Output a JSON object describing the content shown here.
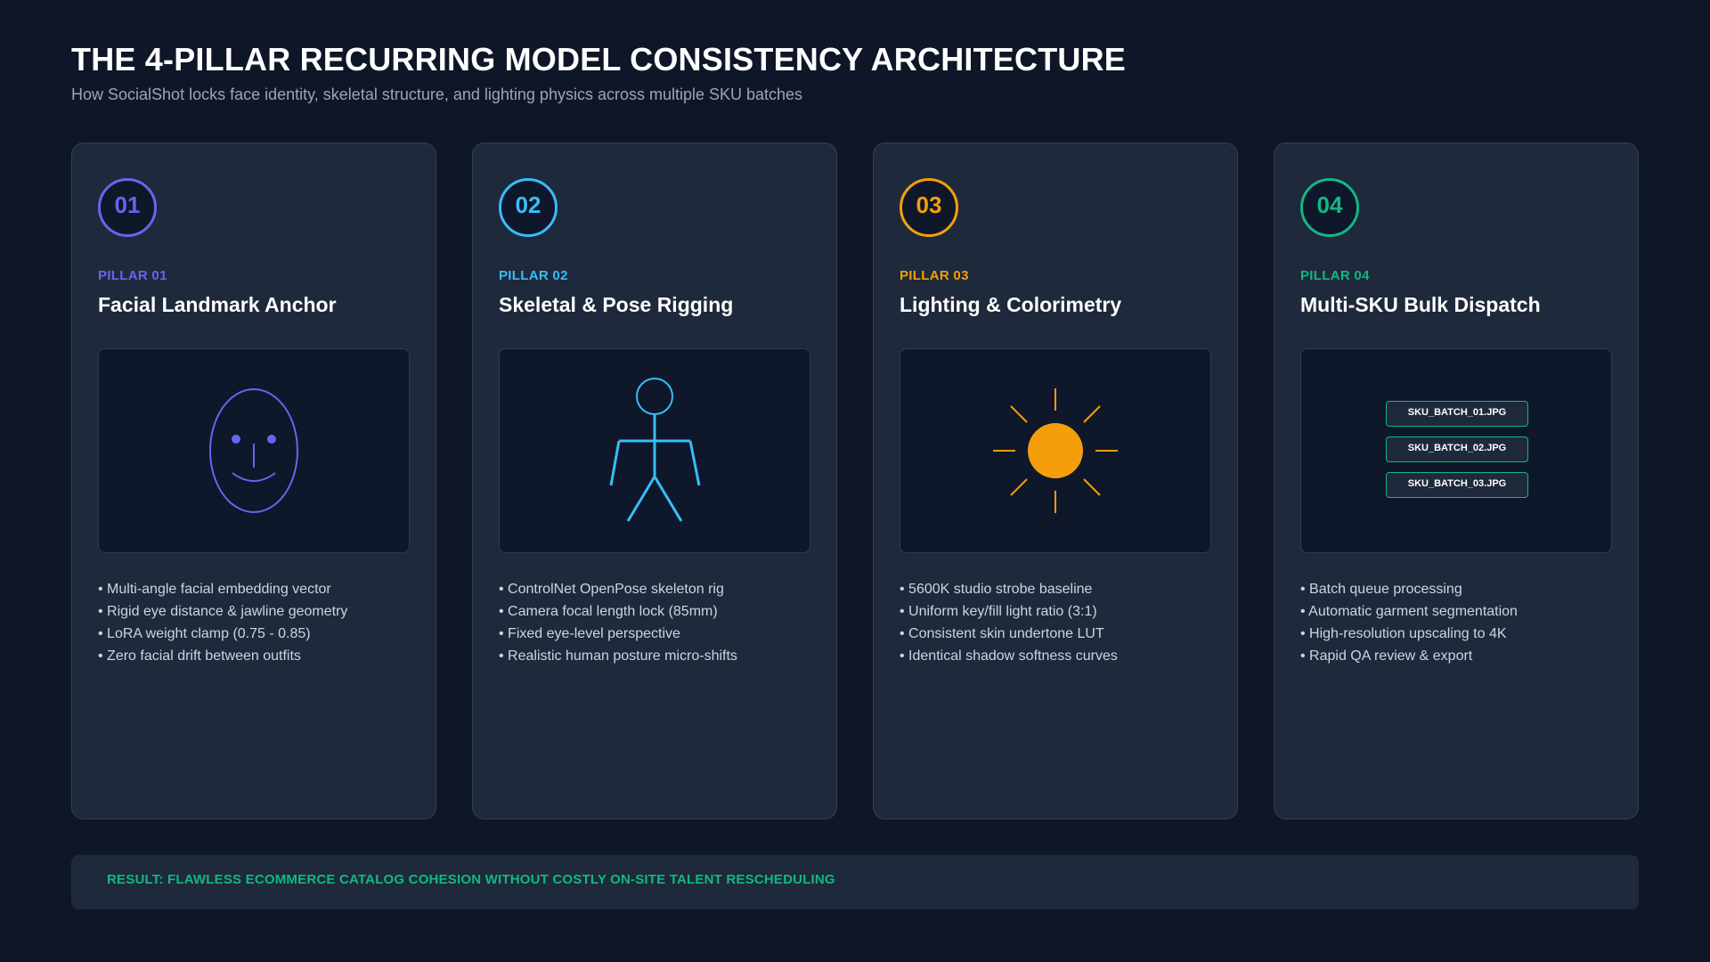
{
  "header": {
    "title": "THE 4-PILLAR RECURRING MODEL CONSISTENCY ARCHITECTURE",
    "subtitle": "How SocialShot locks face identity, skeletal structure, and lighting physics across multiple SKU batches"
  },
  "pillars": [
    {
      "number": "01",
      "label": "PILLAR 01",
      "title": "Facial Landmark Anchor",
      "color": "#6366f1",
      "icon": "face-icon",
      "bullets": [
        "• Multi-angle facial embedding vector",
        "• Rigid eye distance & jawline geometry",
        "• LoRA weight clamp (0.75 - 0.85)",
        "• Zero facial drift between outfits"
      ]
    },
    {
      "number": "02",
      "label": "PILLAR 02",
      "title": "Skeletal & Pose Rigging",
      "color": "#38bdf8",
      "icon": "stick-figure-icon",
      "bullets": [
        "• ControlNet OpenPose skeleton rig",
        "• Camera focal length lock (85mm)",
        "• Fixed eye-level perspective",
        "• Realistic human posture micro-shifts"
      ]
    },
    {
      "number": "03",
      "label": "PILLAR 03",
      "title": "Lighting & Colorimetry",
      "color": "#f59e0b",
      "icon": "sun-icon",
      "bullets": [
        "• 5600K studio strobe baseline",
        "• Uniform key/fill light ratio (3:1)",
        "• Consistent skin undertone LUT",
        "• Identical shadow softness curves"
      ]
    },
    {
      "number": "04",
      "label": "PILLAR 04",
      "title": "Multi-SKU Bulk Dispatch",
      "color": "#10b981",
      "icon": "file-stack-icon",
      "files": [
        "SKU_BATCH_01.JPG",
        "SKU_BATCH_02.JPG",
        "SKU_BATCH_03.JPG"
      ],
      "bullets": [
        "• Batch queue processing",
        "• Automatic garment segmentation",
        "• High-resolution upscaling to 4K",
        "• Rapid QA review & export"
      ]
    }
  ],
  "result": {
    "text": "RESULT: FLAWLESS ECOMMERCE CATALOG COHESION WITHOUT COSTLY ON-SITE TALENT RESCHEDULING"
  }
}
